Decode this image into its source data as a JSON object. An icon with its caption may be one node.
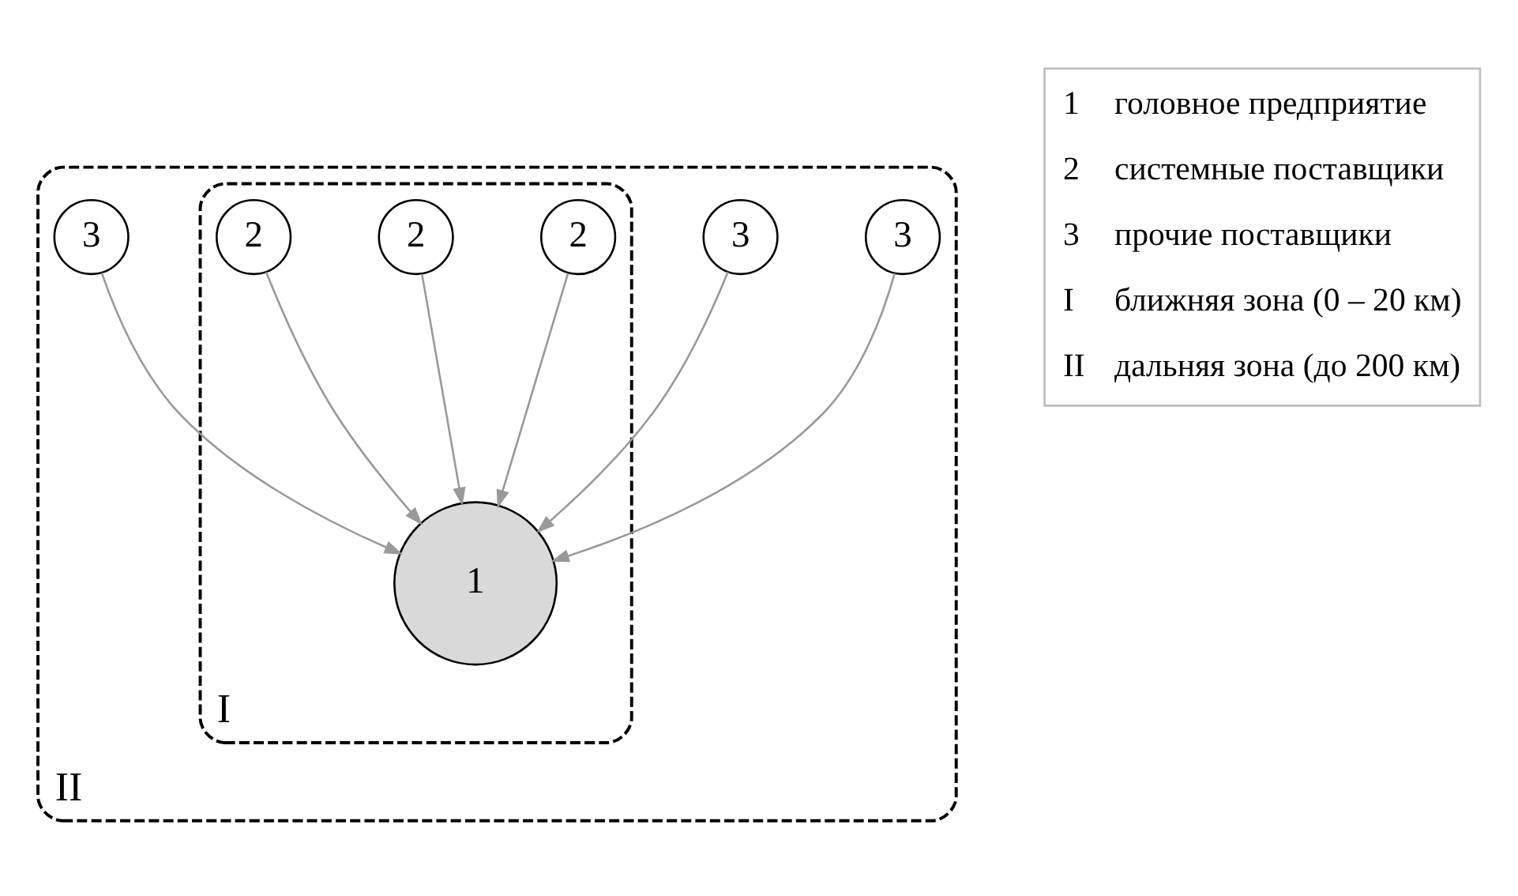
{
  "diagram": {
    "nodes": [
      {
        "text": [
          "II"
        ]
      },
      {
        "text": [
          "I"
        ],
        "in": 0
      },
      {
        "text": [
          "3"
        ],
        "in": 0
      },
      {
        "text": [
          "2"
        ],
        "in": 1
      },
      {
        "text": [
          "2"
        ],
        "in": 1
      },
      {
        "text": [
          "1"
        ],
        "in": 1
      },
      {
        "text": [
          "2"
        ],
        "in": 1
      },
      {
        "text": [
          "3"
        ],
        "in": 0
      },
      {
        "text": [
          "3"
        ],
        "in": 0
      }
    ],
    "edges": [
      {
        "from": 2,
        "to": 5,
        "arrow": "to"
      },
      {
        "from": 3,
        "to": 5,
        "arrow": "to"
      },
      {
        "from": 4,
        "to": 5,
        "arrow": "to"
      },
      {
        "from": 6,
        "to": 5,
        "arrow": "to"
      },
      {
        "from": 7,
        "to": 5,
        "arrow": "to"
      },
      {
        "from": 8,
        "to": 5,
        "arrow": "to"
      }
    ],
    "labels": [
      "1",
      "головное предприятие",
      "2",
      "системные поставщики",
      "3",
      "прочие поставщики",
      "I",
      "ближняя зона (0 – 20 км)",
      "II",
      "дальняя зона (до 200 км)"
    ]
  }
}
